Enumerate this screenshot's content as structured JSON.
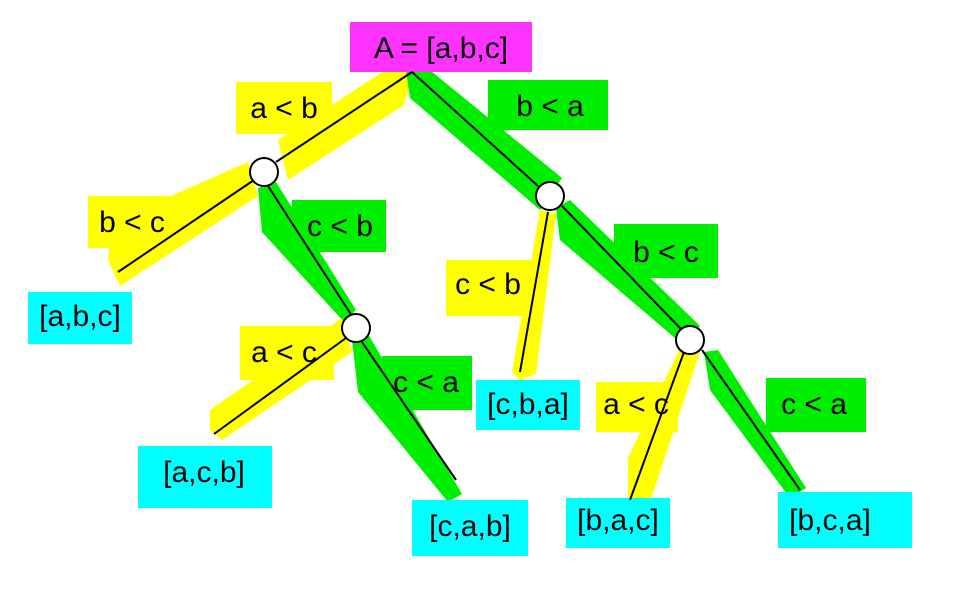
{
  "root": {
    "label": "A = [a,b,c]",
    "color": "#ff33ff"
  },
  "colors": {
    "yes": "#ffff00",
    "no": "#00ee00",
    "leaf": "#00ffff",
    "line": "#000000"
  },
  "edge_labels": {
    "a_lt_b": "a < b",
    "b_lt_a": "b < a",
    "b_lt_c_left": "b < c",
    "c_lt_b_left": "c < b",
    "a_lt_c_left": "a < c",
    "c_lt_a_left": "c < a",
    "c_lt_b_right": "c < b",
    "b_lt_c_right": "b < c",
    "a_lt_c_right": "a < c",
    "c_lt_a_right": "c < a"
  },
  "leaves": {
    "abc": "[a,b,c]",
    "acb": "[a,c,b]",
    "cab": "[c,a,b]",
    "cba": "[c,b,a]",
    "bac": "[b,a,c]",
    "bca": "[b,c,a]"
  }
}
